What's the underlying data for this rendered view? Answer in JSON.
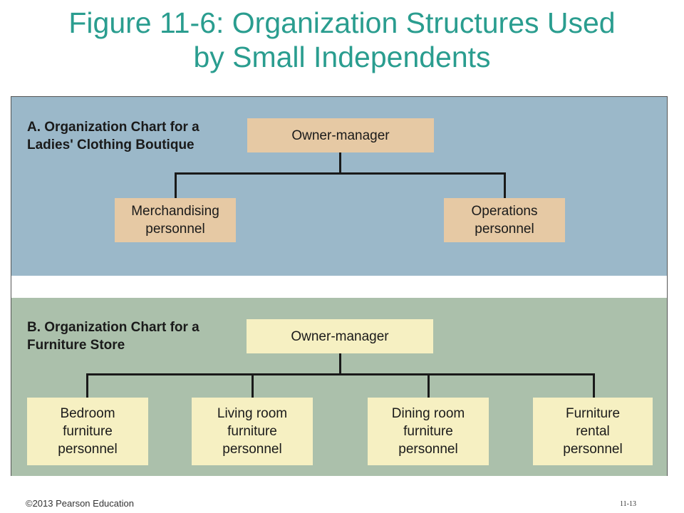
{
  "title": {
    "line1": "Figure 11-6: Organization Structures Used",
    "line2": "by Small Independents"
  },
  "panel_a": {
    "heading_line1": "A. Organization Chart for a",
    "heading_line2": "Ladies' Clothing Boutique",
    "top": "Owner-manager",
    "children": [
      {
        "line1": "Merchandising",
        "line2": "personnel"
      },
      {
        "line1": "Operations",
        "line2": "personnel"
      }
    ]
  },
  "panel_b": {
    "heading_line1": "B. Organization Chart for a",
    "heading_line2": "Furniture Store",
    "top": "Owner-manager",
    "children": [
      {
        "line1": "Bedroom",
        "line2": "furniture",
        "line3": "personnel"
      },
      {
        "line1": "Living room",
        "line2": "furniture",
        "line3": "personnel"
      },
      {
        "line1": "Dining room",
        "line2": "furniture",
        "line3": "personnel"
      },
      {
        "line1": "Furniture",
        "line2": "rental",
        "line3": "personnel"
      }
    ]
  },
  "footer": {
    "copyright": "©2013 Pearson Education",
    "page": "11-13"
  },
  "colors": {
    "title": "#2a9d8f",
    "panel_a_bg": "#9bb8c9",
    "panel_b_bg": "#abc0ab",
    "box_a": "#e6c9a4",
    "box_b": "#f6f0c2"
  }
}
